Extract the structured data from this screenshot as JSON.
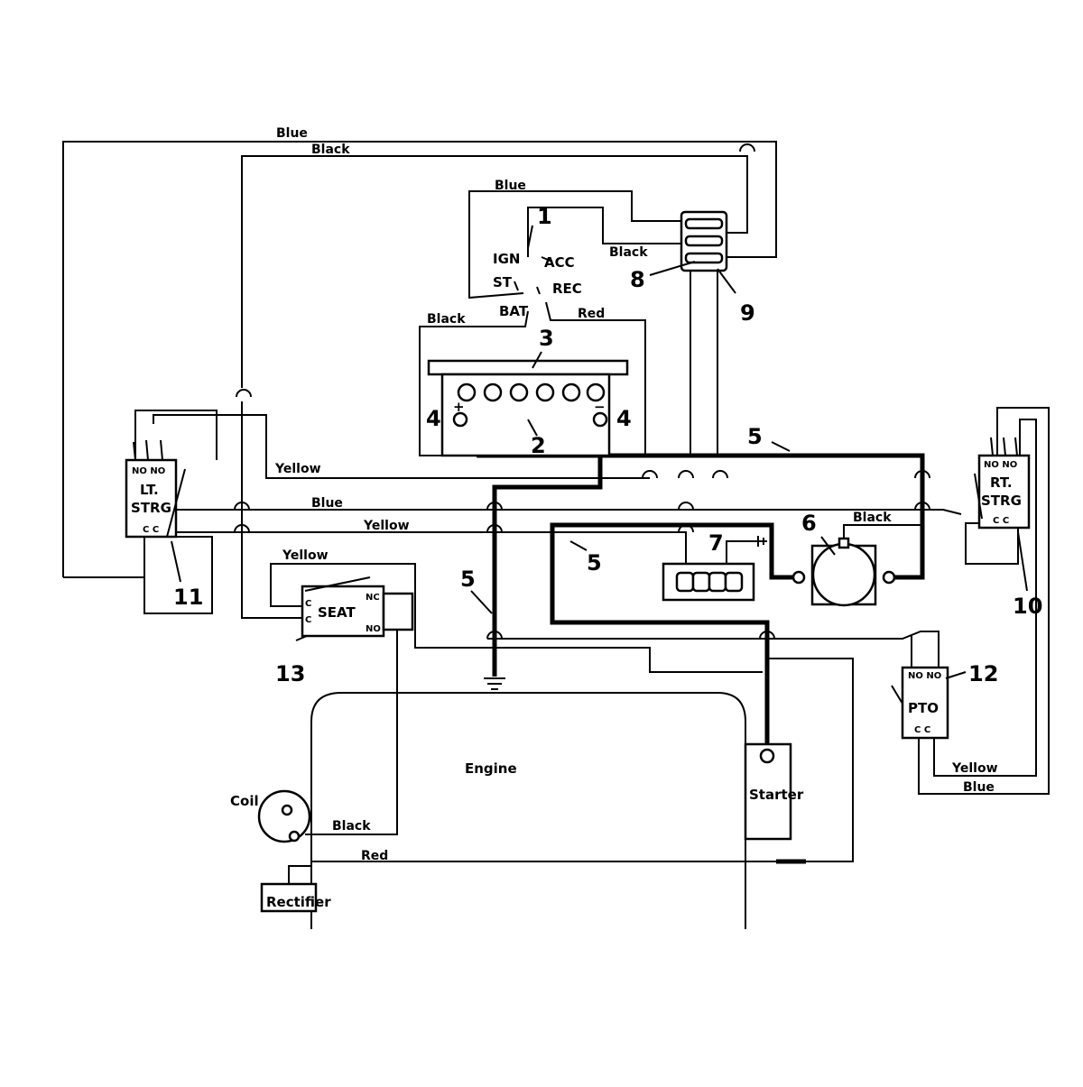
{
  "components": {
    "ignition_switch": {
      "number": "1",
      "ign": "IGN",
      "acc": "ACC",
      "st": "ST",
      "rec": "REC",
      "bat": "BAT"
    },
    "battery": {
      "number_top": "3",
      "number_body": "2",
      "terminal_left": "4",
      "terminal_right": "4",
      "plus": "+",
      "minus": "−"
    },
    "cable_label": "5",
    "solenoid": {
      "number": "6"
    },
    "fuse_block": {
      "number": "7"
    },
    "connector": {
      "number_left": "8",
      "number_right": "9"
    },
    "rt_strg": {
      "line1": "RT.",
      "line2": "STRG",
      "no": "NO NO",
      "c": "C C",
      "number": "10"
    },
    "lt_strg": {
      "line1": "LT.",
      "line2": "STRG",
      "no": "NO NO",
      "c": "C C",
      "number": "11"
    },
    "pto": {
      "label": "PTO",
      "no": "NO NO",
      "c": "C C",
      "number": "12"
    },
    "seat": {
      "label": "SEAT",
      "nc": "NC",
      "no": "NO",
      "c": "C",
      "number": "13"
    },
    "engine": "Engine",
    "starter": "Starter",
    "coil": "Coil",
    "rectifier": "Rectifier"
  },
  "wires": {
    "blue_top": "Blue",
    "black_top": "Black",
    "blue_switch": "Blue",
    "black_conn": "Black",
    "black_bat": "Black",
    "red_switch": "Red",
    "yellow_lt": "Yellow",
    "blue_mid": "Blue",
    "yellow_mid": "Yellow",
    "yellow_seat": "Yellow",
    "black_sol": "Black",
    "yellow_pto": "Yellow",
    "blue_pto": "Blue",
    "black_coil": "Black",
    "red_rect": "Red"
  }
}
